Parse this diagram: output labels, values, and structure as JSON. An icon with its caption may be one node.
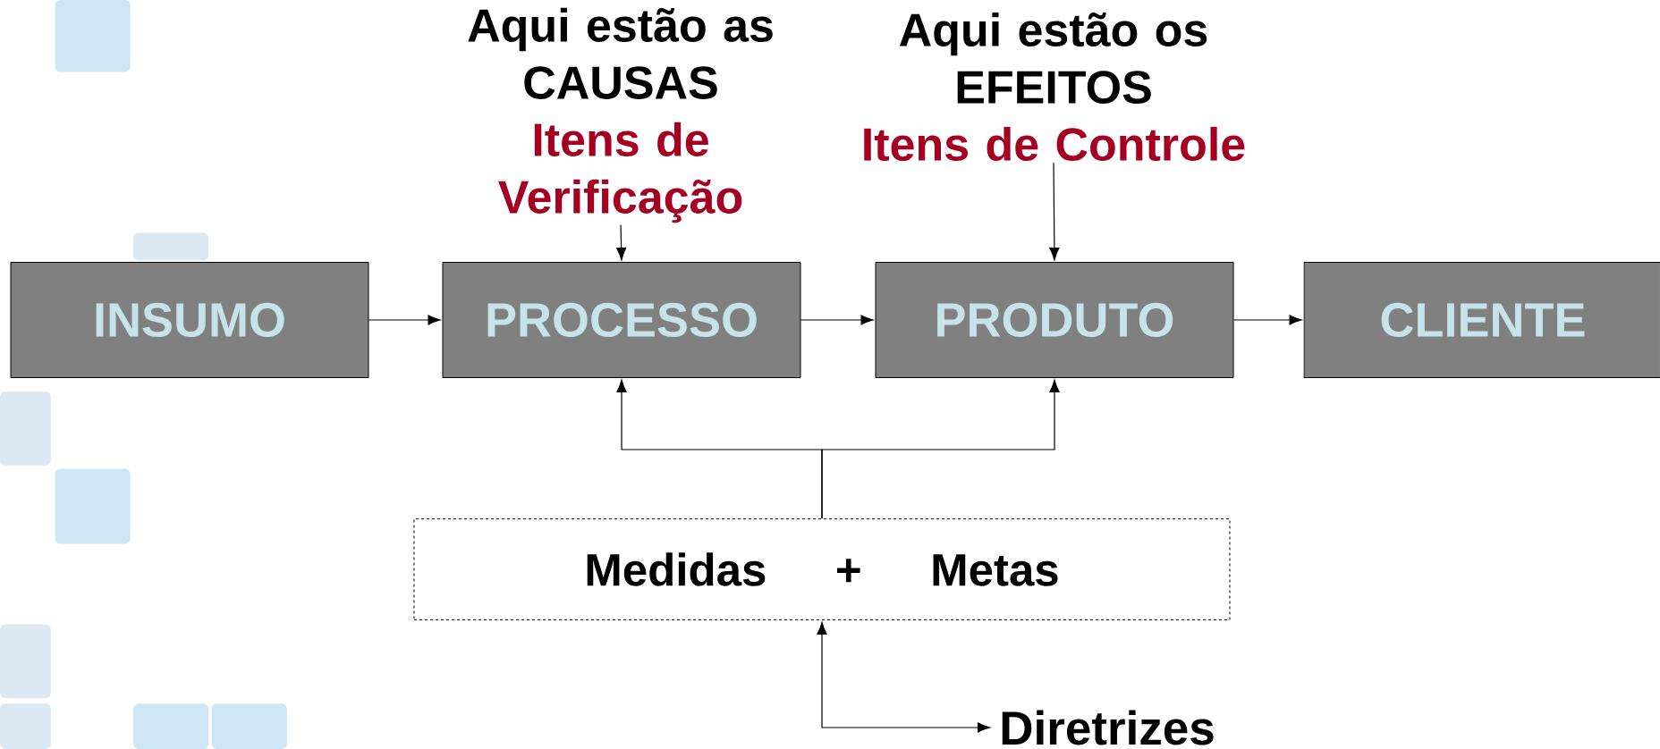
{
  "diagram": {
    "nodes": [
      {
        "text": [
          "Aqui estão as CAUSAS",
          "Itens de Verificação"
        ]
      },
      {
        "text": [
          "Aqui estão os EFEITOS",
          "Itens de Controle"
        ]
      },
      {
        "text": [
          "INSUMO"
        ]
      },
      {
        "text": [
          "PROCESSO"
        ]
      },
      {
        "text": [
          "PRODUTO"
        ]
      },
      {
        "text": [
          "CLIENTE"
        ]
      },
      {
        "text": [
          "Medidas + Metas"
        ]
      },
      {
        "text": [
          "Diretrizes"
        ]
      }
    ],
    "edges": [
      {
        "from": 0,
        "to": 3,
        "arrow": "to"
      },
      {
        "from": 1,
        "to": 4,
        "arrow": "to"
      },
      {
        "from": 2,
        "to": 3,
        "arrow": "to"
      },
      {
        "from": 3,
        "to": 4,
        "arrow": "to"
      },
      {
        "from": 4,
        "to": 5,
        "arrow": "to"
      },
      {
        "from": 6,
        "to": 3,
        "arrow": "to"
      },
      {
        "from": 6,
        "to": 4,
        "arrow": "to"
      },
      {
        "from": 7,
        "to": 6,
        "arrow": "both"
      }
    ]
  }
}
